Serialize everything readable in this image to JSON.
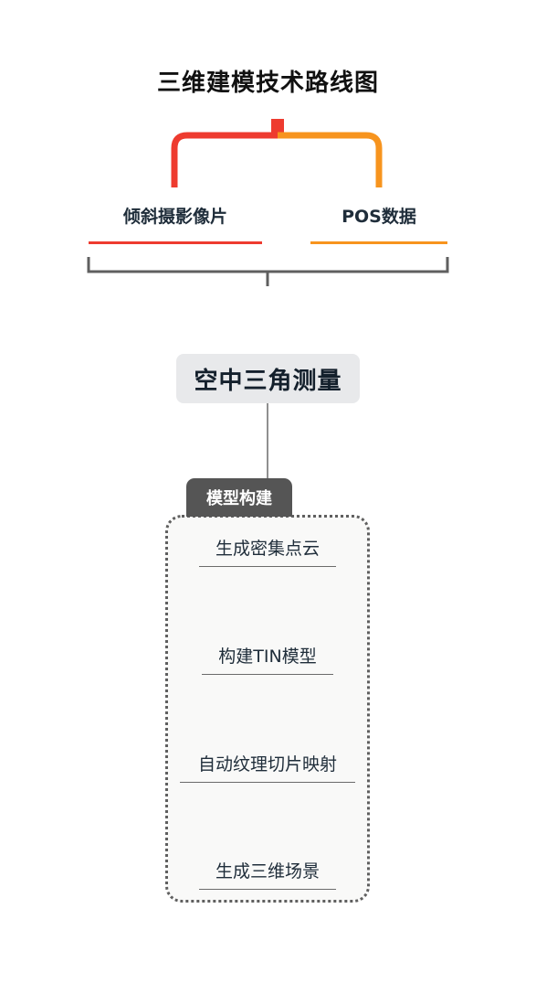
{
  "title": "三维建模技术路线图",
  "sources": [
    {
      "label": "倾斜摄影像片",
      "color": "#ee3b2f"
    },
    {
      "label": "POS数据",
      "color": "#f7941e"
    }
  ],
  "merge_step": "空中三角测量",
  "group": {
    "label": "模型构建",
    "steps": [
      "生成密集点云",
      "构建TIN模型",
      "自动纹理切片映射",
      "生成三维场景"
    ]
  },
  "colors": {
    "red": "#ee3b2f",
    "orange": "#f7941e",
    "bracket": "#5f5f5f",
    "text": "#1f2d3a"
  }
}
